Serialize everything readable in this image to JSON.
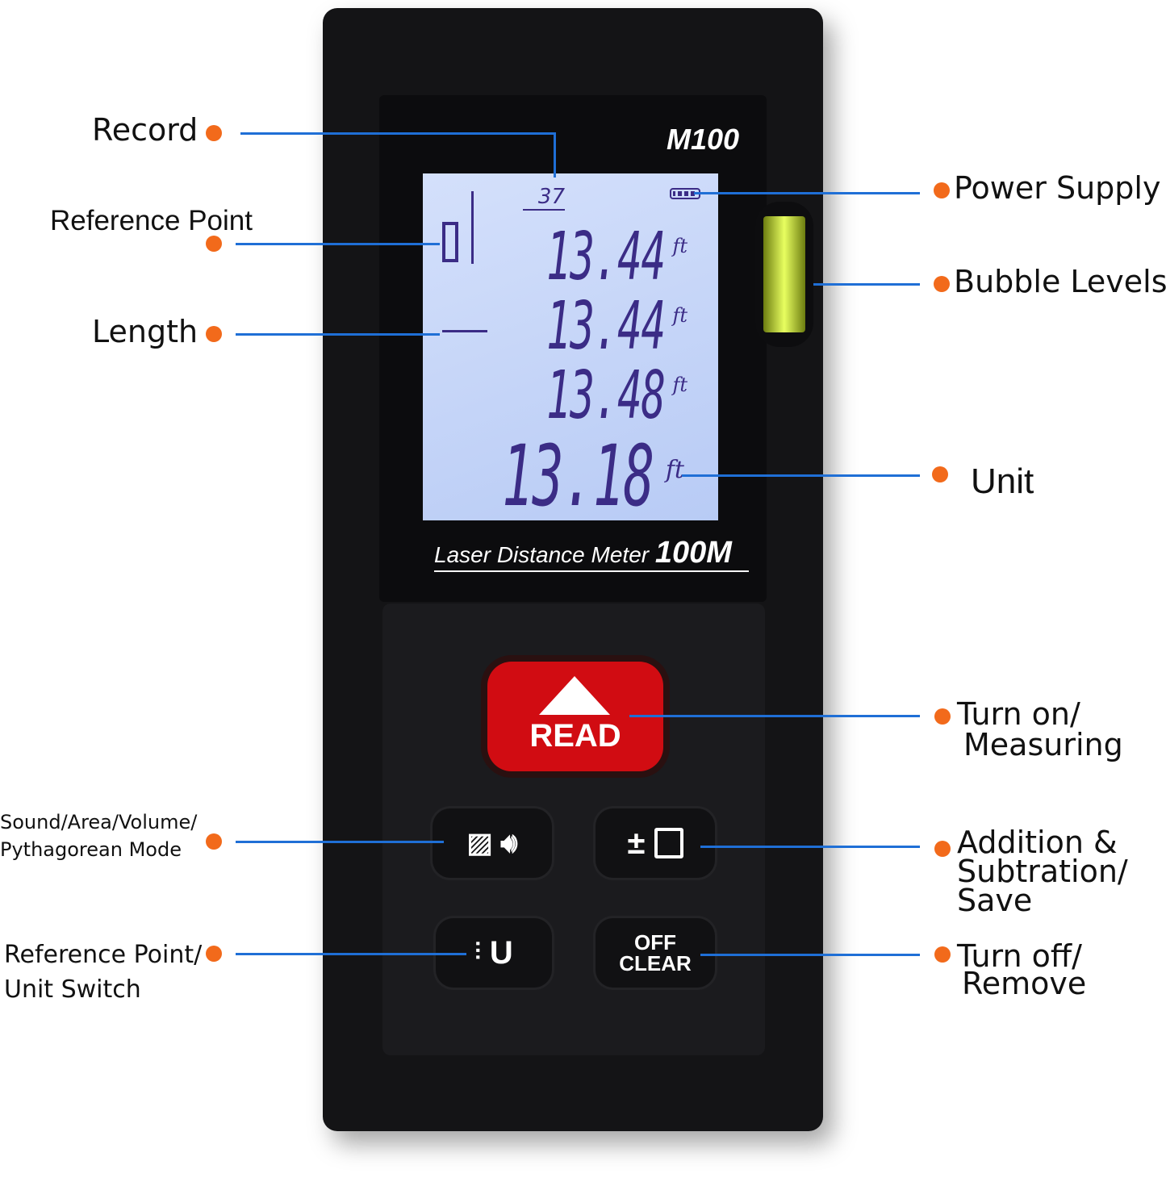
{
  "device": {
    "model": "M100",
    "product_name": "Laser Distance Meter",
    "range": "100M",
    "lcd": {
      "record_number": "37",
      "readings": [
        "13.44",
        "13.44",
        "13.48",
        "13.18"
      ],
      "unit": "ft"
    },
    "buttons": {
      "read": "READ",
      "unit_key": "U",
      "plus_minus": "±",
      "off": "OFF",
      "clear": "CLEAR"
    }
  },
  "callouts": {
    "record": "Record",
    "reference_point": "Reference Point",
    "length": "Length",
    "power_supply": "Power Supply",
    "bubble_levels": "Bubble Levels",
    "unit": "Unit",
    "turn_on": [
      "Turn on/",
      "Measuring"
    ],
    "mode": [
      "Sound/Area/Volume/",
      "Pythagorean  Mode"
    ],
    "addition": [
      "Addition &",
      "Subtration/",
      "Save"
    ],
    "ref_unit_switch": [
      "Reference Point/",
      "Unit Switch"
    ],
    "turn_off": [
      "Turn off/",
      "Remove"
    ]
  },
  "colors": {
    "callout_line": "#1f6fd6",
    "callout_dot": "#f26a1b",
    "read_button": "#d10c12",
    "lcd": "#c4d4f8"
  }
}
